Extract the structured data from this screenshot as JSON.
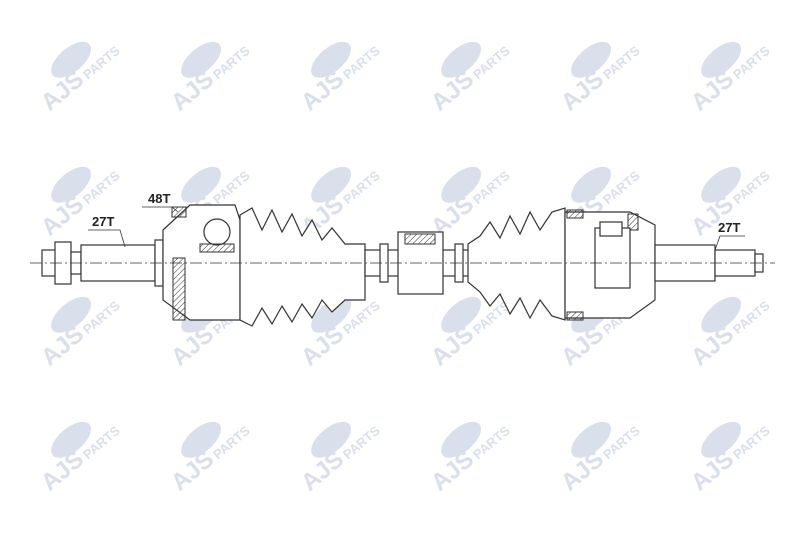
{
  "watermark": {
    "brand": "AJS",
    "suffix": "PARTS",
    "color": "#d9dfeb"
  },
  "labels": {
    "left_spline": "27T",
    "abs_ring": "48T",
    "right_spline": "27T"
  },
  "colors": {
    "line": "#333333",
    "background": "#ffffff"
  }
}
